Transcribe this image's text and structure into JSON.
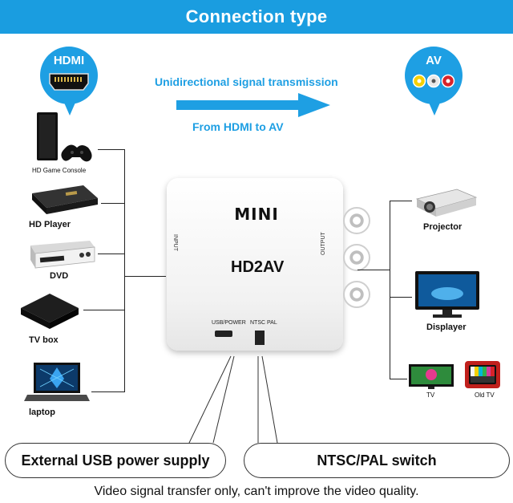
{
  "header": {
    "title": "Connection type"
  },
  "hdmi_bubble": {
    "label": "HDMI"
  },
  "av_bubble": {
    "label": "AV"
  },
  "flow": {
    "top_text": "Unidirectional signal transmission",
    "bottom_text": "From HDMI to AV"
  },
  "inputs": [
    {
      "label": "HD Game Console"
    },
    {
      "label": "HD Player"
    },
    {
      "label": "DVD"
    },
    {
      "label": "TV box"
    },
    {
      "label": "laptop"
    }
  ],
  "outputs": [
    {
      "label": "Projector"
    },
    {
      "label": "Displayer"
    },
    {
      "label": "TV"
    },
    {
      "label": "Old TV"
    }
  ],
  "device": {
    "brand": "MINI",
    "model": "HD2AV",
    "input_label": "INPUT",
    "output_label": "OUTPUT",
    "usb_label": "USB/POWER",
    "switch_label": "NTSC PAL"
  },
  "callouts": {
    "usb": "External USB power supply",
    "switch": "NTSC/PAL switch"
  },
  "footer": {
    "note": "Video signal transfer only, can't improve the video quality."
  },
  "colors": {
    "accent": "#1a9de0",
    "arrow": "#1e9fe3"
  }
}
